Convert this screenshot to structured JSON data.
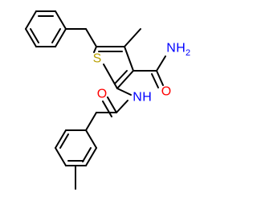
{
  "atoms": {
    "sulfur": "S",
    "amide_oxygen": "O",
    "amide_nitrogen": "N",
    "amide_h_count": "2",
    "amide_h": "H",
    "carbonyl_oxygen": "O",
    "nh_n": "N",
    "nh_h": "H"
  },
  "colors": {
    "bond": "#000000",
    "sulfur": "#b8a000",
    "oxygen": "#ff0000",
    "nitrogen": "#0000ff"
  }
}
